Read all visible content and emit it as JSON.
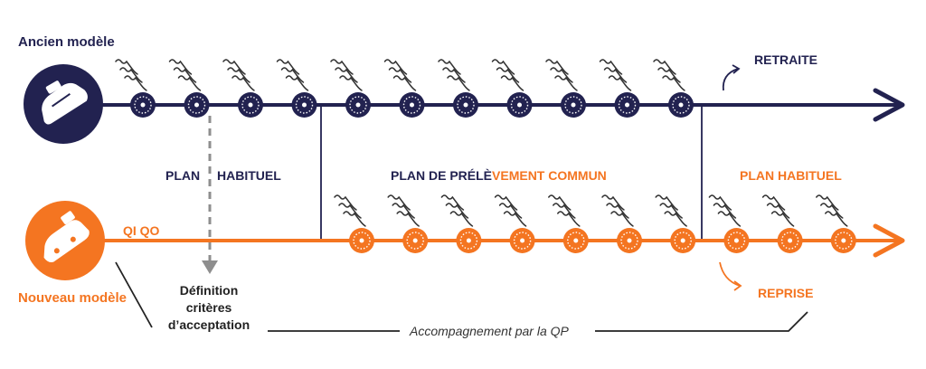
{
  "colors": {
    "navy": "#222250",
    "orange": "#f47521",
    "grey": "#8e8e8e",
    "dark": "#222222",
    "white": "#ffffff"
  },
  "old_model": {
    "label": "Ancien modèle",
    "icon": "car-part-icon",
    "sample_count": 11,
    "end_label": "RETRAITE",
    "arrow_icon": "curved-arrow-up-icon"
  },
  "new_model": {
    "label": "Nouveau modèle",
    "icon": "car-part-icon",
    "line_label": "QI QO",
    "sample_count": 10,
    "end_label": "REPRISE",
    "arrow_icon": "curved-arrow-down-icon"
  },
  "phases": {
    "plan_habituel_old_1": "PLAN",
    "plan_habituel_old_2": "HABITUEL",
    "common_part_1": "PLAN DE PRÉLÈ",
    "common_part_2": "VEMENT COMMUN",
    "plan_habituel_new": "PLAN HABITUEL"
  },
  "definition": {
    "line1": "Définition",
    "line2": "critères",
    "line3": "d’acceptation"
  },
  "support_label": "Accompagnement par la QP"
}
